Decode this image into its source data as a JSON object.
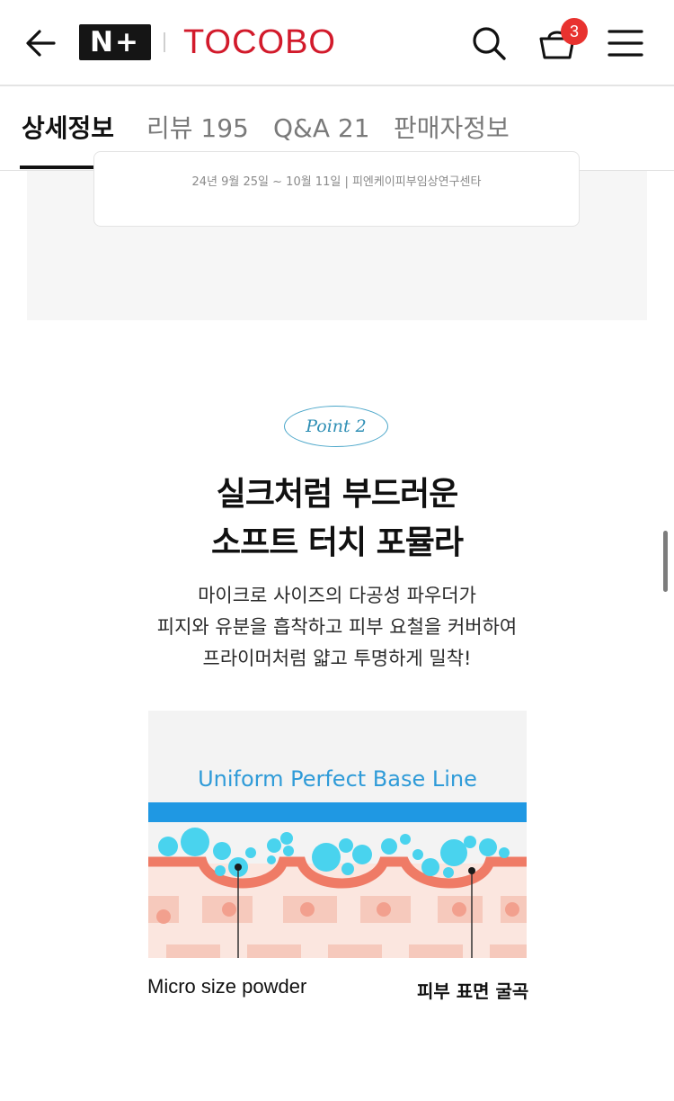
{
  "header": {
    "back_icon": "arrow-left-icon",
    "logo_badge": "N+",
    "brand": "TOCOBO",
    "search_icon": "search-icon",
    "cart_icon": "shopping-basket-icon",
    "cart_count": "3",
    "menu_icon": "hamburger-menu-icon"
  },
  "tabs": [
    {
      "label": "상세정보",
      "active": true
    },
    {
      "label": "리뷰 195",
      "active": false
    },
    {
      "label": "Q&A 21",
      "active": false
    },
    {
      "label": "판매자정보",
      "active": false
    }
  ],
  "content": {
    "test_note": "24년 9월 25일 ~ 10월 11일 | 피엔케이피부임상연구센타",
    "point_label": "Point 2",
    "headline_1": "실크처럼 부드러운",
    "headline_2": "소프트 터치 포뮬라",
    "desc_1": "마이크로 사이즈의 다공성 파우더가",
    "desc_2": "피지와 유분을 흡착하고 피부 요철을 커버하여",
    "desc_3": "프라이머처럼 얇고 투명하게 밀착!",
    "figure": {
      "title": "Uniform Perfect Base Line",
      "label_left": "Micro size powder",
      "label_right": "피부 표면 굴곡"
    }
  },
  "colors": {
    "brand": "#d21a2b",
    "badge": "#e8322f",
    "accent_blue": "#2f9bd8",
    "powder": "#49d3ee",
    "skin_line": "#f0816e"
  }
}
